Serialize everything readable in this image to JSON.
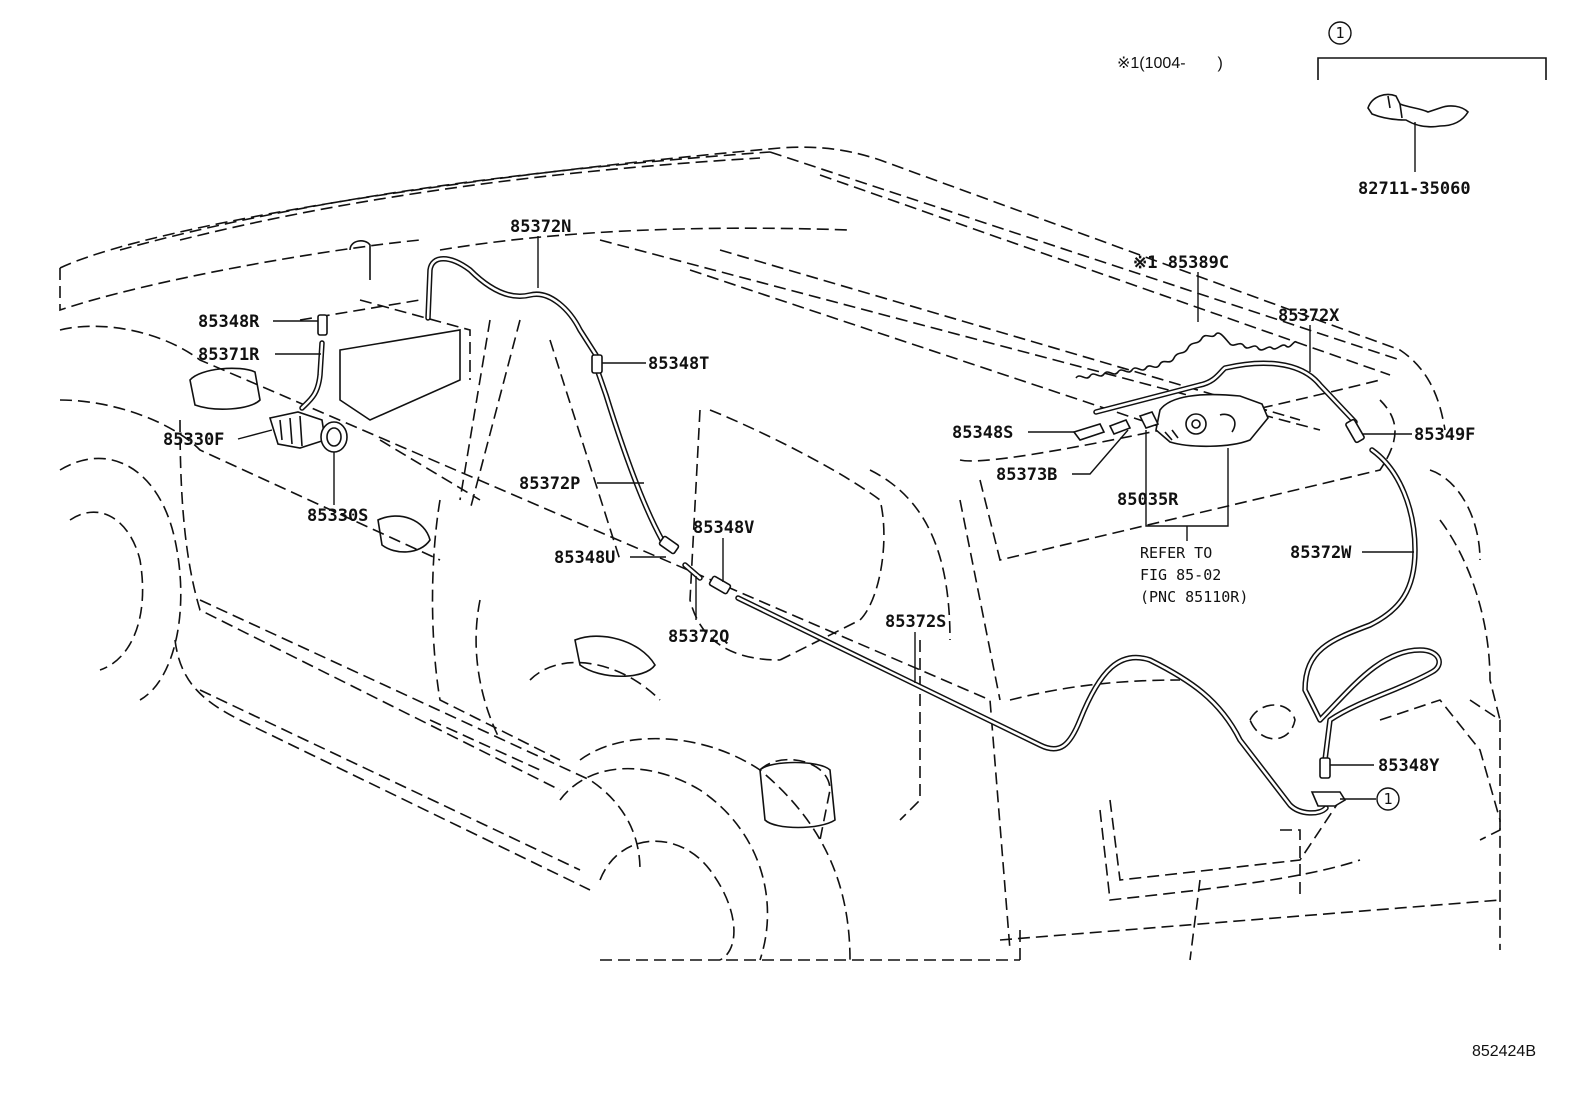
{
  "diagram_id": "852424B",
  "note_variant": "※1(1004-　　)",
  "callout_number": "1",
  "clip_part": "82711-35060",
  "refer": {
    "line1": "REFER TO",
    "line2": "FIG 85-02",
    "line3": "(PNC 85110R)"
  },
  "labels": {
    "p85372N": "85372N",
    "p85389C": "※1 85389C",
    "p85372X": "85372X",
    "p85348R": "85348R",
    "p85371R": "85371R",
    "p85348T": "85348T",
    "p85330F": "85330F",
    "p85348S": "85348S",
    "p85349F": "85349F",
    "p85373B": "85373B",
    "p85372P": "85372P",
    "p85035R": "85035R",
    "p85330S": "85330S",
    "p85348V": "85348V",
    "p85348U": "85348U",
    "p85372W": "85372W",
    "p85372Q": "85372Q",
    "p85372S": "85372S",
    "p85348Y": "85348Y"
  }
}
